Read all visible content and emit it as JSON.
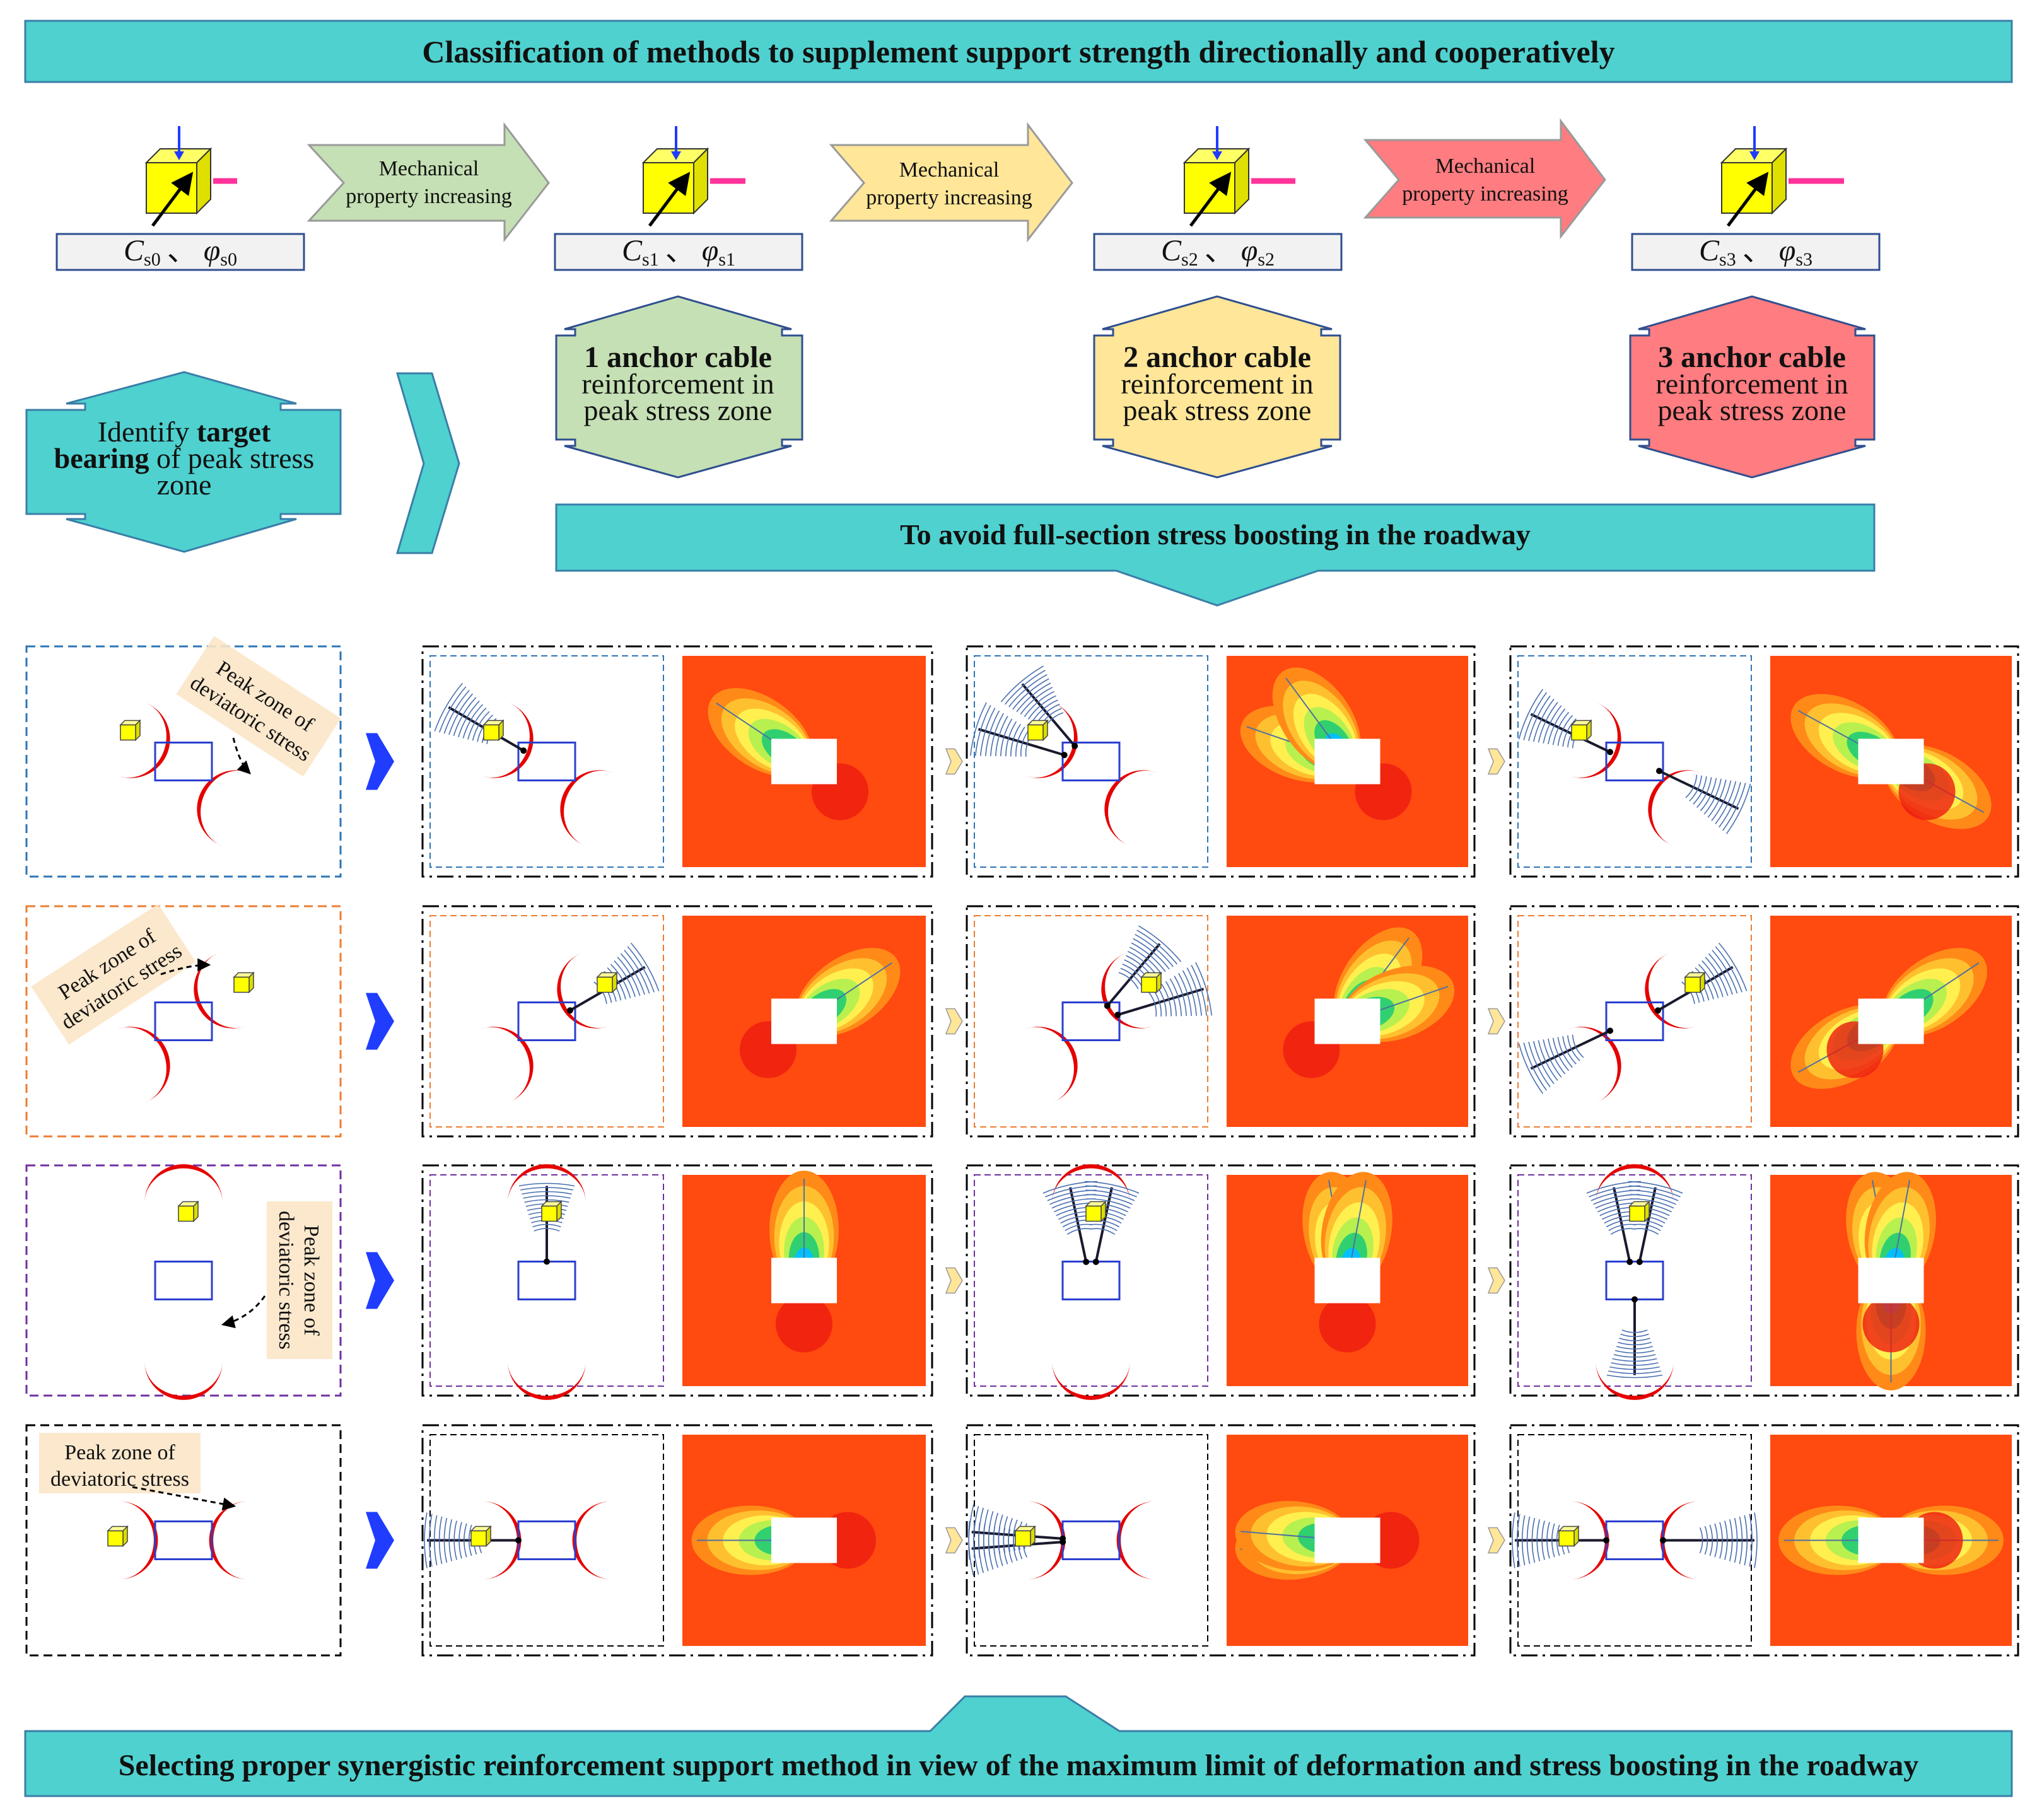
{
  "top_banner": "Classification of methods to supplement support strength directionally and cooperatively",
  "progress_label_line1": "Mechanical",
  "progress_label_line2": "property increasing",
  "params": [
    {
      "c": "C",
      "c_sub": "s0",
      "phi": "φ",
      "phi_sub": "s0",
      "sep": "、"
    },
    {
      "c": "C",
      "c_sub": "s1",
      "phi": "φ",
      "phi_sub": "s1",
      "sep": "、"
    },
    {
      "c": "C",
      "c_sub": "s2",
      "phi": "φ",
      "phi_sub": "s2",
      "sep": "、"
    },
    {
      "c": "C",
      "c_sub": "s3",
      "phi": "φ",
      "phi_sub": "s3",
      "sep": "、"
    }
  ],
  "identify_box": {
    "prefix": "Identify ",
    "bold1": "target",
    "bold2": "bearing",
    "rest": " of peak stress",
    "line3": "zone"
  },
  "cable_boxes": [
    {
      "title": "1 anchor cable",
      "line2": "reinforcement in",
      "line3": "peak stress zone"
    },
    {
      "title": "2 anchor cable",
      "line2": "reinforcement in",
      "line3": "peak stress zone"
    },
    {
      "title": "3 anchor cable",
      "line2": "reinforcement in",
      "line3": "peak stress zone"
    }
  ],
  "avoid_banner": "To avoid full-section stress boosting in the roadway",
  "peak_label_line1": "Peak zone of",
  "peak_label_line2": "deviatoric stress",
  "bottom_banner": "Selecting proper synergistic reinforcement support method in view of the maximum limit of deformation and stress boosting in the roadway",
  "colors": {
    "teal": "#4fd1cf",
    "green": "#c5e0b4",
    "yellow": "#ffe699",
    "red": "#ff7c80",
    "peak_red": "#e60000",
    "contour_bg": "#ff4a10",
    "roadway_blue": "#2b3fcf",
    "cube_yellow": "#ffff00",
    "arrow_blue": "#1f3cff"
  },
  "row_frame_colors": [
    "#2e75b6",
    "#ed7d31",
    "#7030a0",
    "#000000"
  ]
}
